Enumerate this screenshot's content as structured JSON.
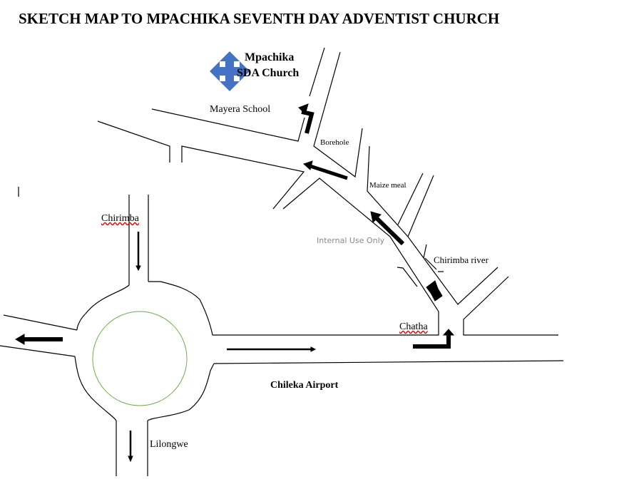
{
  "title": "SKETCH MAP TO MPACHIKA SEVENTH DAY ADVENTIST CHURCH",
  "labels": {
    "church_line1": "Mpachika",
    "church_line2": "SDA Church",
    "school": "Mayera School",
    "borehole": "Borehole",
    "maize": "Maize meal",
    "watermark": "Internal Use Only",
    "river": "Chirimba river",
    "chatha": "Chatha",
    "chirimba": "Chirimba",
    "airport": "Chileka Airport",
    "lilongwe": "Lilongwe"
  },
  "colors": {
    "church_icon": "#4472c4",
    "roundabout": "#70ad47",
    "spell": "#e00000"
  }
}
